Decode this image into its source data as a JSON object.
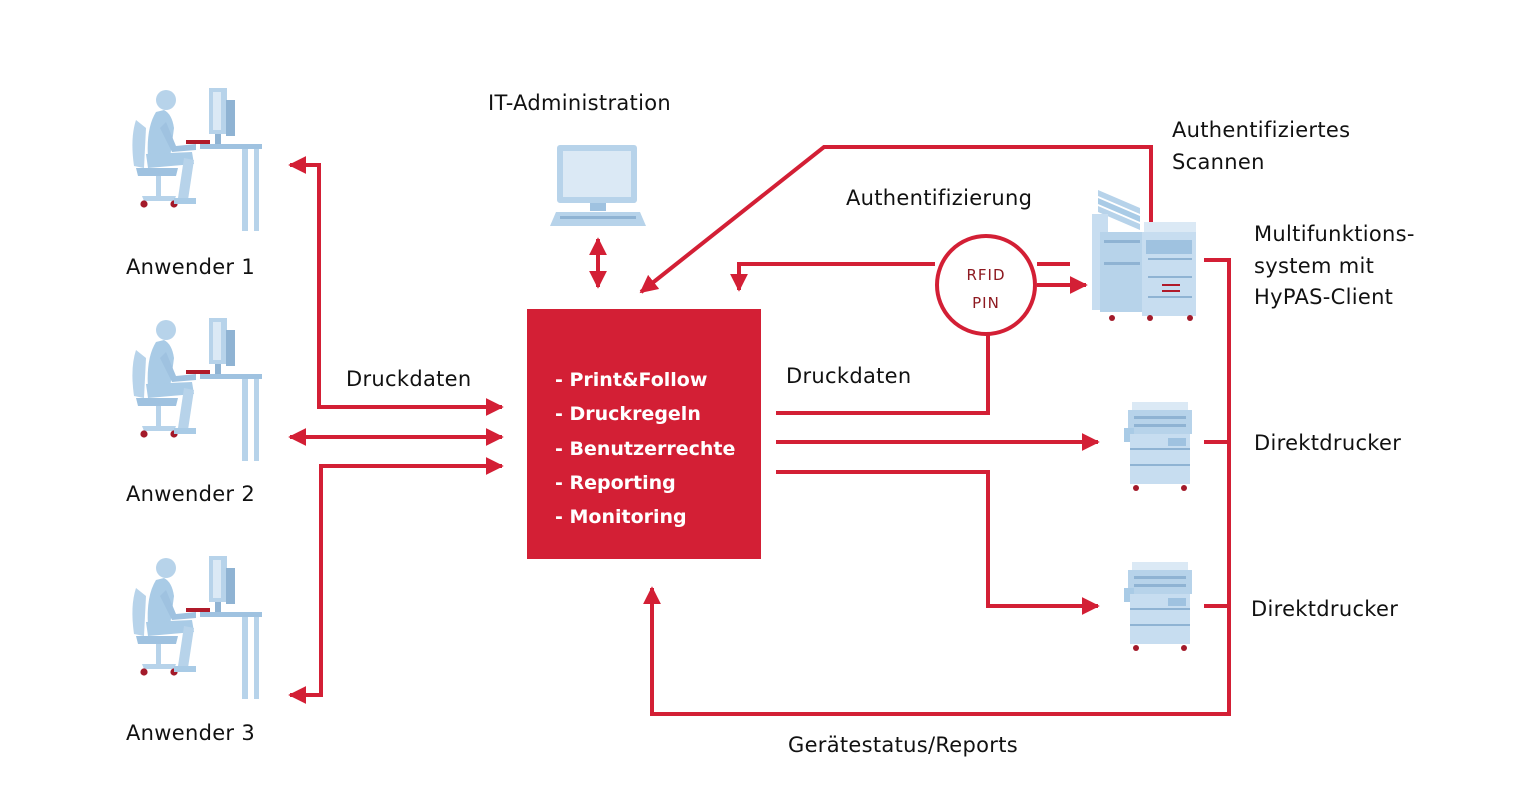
{
  "colors": {
    "accent": "#d31f35",
    "device": "#b7d3ea",
    "device_dark": "#8fb3d3",
    "device_light": "#dbe9f5",
    "rfid_text": "#8e1a21"
  },
  "users": [
    {
      "label": "Anwender 1",
      "icon": "workstation-user-icon"
    },
    {
      "label": "Anwender 2",
      "icon": "workstation-user-icon"
    },
    {
      "label": "Anwender 3",
      "icon": "workstation-user-icon"
    }
  ],
  "admin": {
    "label": "IT-Administration",
    "icon": "computer-monitor-icon"
  },
  "server": {
    "items": [
      "- Print&Follow",
      "- Druckregeln",
      "- Benutzerrechte",
      "- Reporting",
      "- Monitoring"
    ]
  },
  "labels": {
    "druckdaten_left": "Druckdaten",
    "druckdaten_right": "Druckdaten",
    "authentifizierung": "Authentifizierung",
    "authentifiziertes_scannen_1": "Authentifiziertes",
    "authentifiziertes_scannen_2": "Scannen",
    "geraetestatus": "Gerätestatus/Reports"
  },
  "rfid": {
    "line1": "RFID",
    "line2": "PIN"
  },
  "devices": {
    "mfp_1": "Multifunktions-",
    "mfp_2": "system mit",
    "mfp_3": "HyPAS-Client",
    "printer_1": "Direktdrucker",
    "printer_2": "Direktdrucker",
    "mfp_icon": "multifunction-printer-icon",
    "printer_icon": "printer-icon"
  }
}
